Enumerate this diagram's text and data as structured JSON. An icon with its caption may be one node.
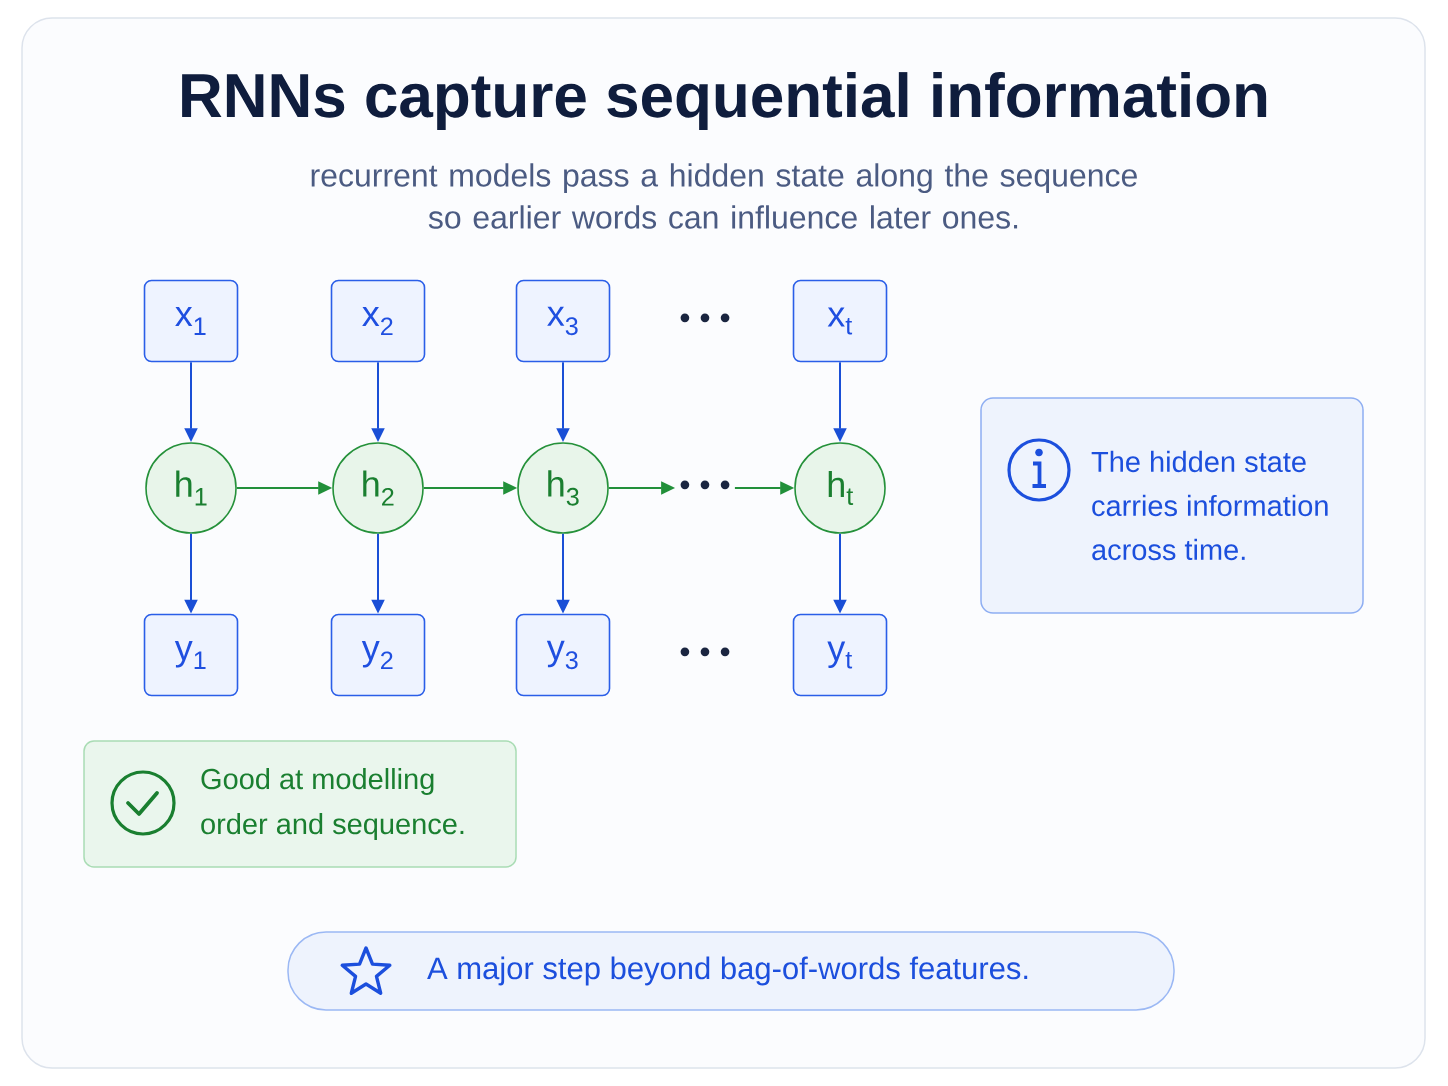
{
  "diagram": {
    "title": "RNNs capture sequential information",
    "nodes": [
      {
        "text": [
          "x$_{1}$"
        ]
      },
      {
        "text": [
          "x$_{2}$"
        ]
      },
      {
        "text": [
          "x$_{3}$"
        ]
      },
      {
        "text": [
          "x$_{t}$"
        ]
      },
      {
        "text": [
          "h$_{1}$"
        ]
      },
      {
        "text": [
          "h$_{2}$"
        ]
      },
      {
        "text": [
          "h$_{3}$"
        ]
      },
      {
        "text": [
          "• • •"
        ]
      },
      {
        "text": [
          "h$_{t}$"
        ]
      },
      {
        "text": [
          "y$_{1}$"
        ]
      },
      {
        "text": [
          "y$_{2}$"
        ]
      },
      {
        "text": [
          "y$_{3}$"
        ]
      },
      {
        "text": [
          "y$_{t}$"
        ]
      },
      {
        "text": [
          "The hidden state carries information across time."
        ]
      },
      {
        "text": [
          "Good at modelling order and sequence."
        ]
      },
      {
        "text": [
          "A major step beyond bag-of-words features."
        ]
      }
    ],
    "edges": [
      {
        "from": 0,
        "to": 4,
        "arrow": "to"
      },
      {
        "from": 1,
        "to": 5,
        "arrow": "to"
      },
      {
        "from": 2,
        "to": 6,
        "arrow": "to"
      },
      {
        "from": 3,
        "to": 8,
        "arrow": "to"
      },
      {
        "from": 4,
        "to": 5,
        "arrow": "to",
        "color": "#22903a"
      },
      {
        "from": 5,
        "to": 6,
        "arrow": "to",
        "color": "#22903a"
      },
      {
        "from": 6,
        "to": 7,
        "arrow": "to",
        "color": "#22903a"
      },
      {
        "from": 7,
        "to": 8,
        "arrow": "to",
        "color": "#22903a"
      },
      {
        "from": 4,
        "to": 9,
        "arrow": "to"
      },
      {
        "from": 5,
        "to": 10,
        "arrow": "to"
      },
      {
        "from": 6,
        "to": 11,
        "arrow": "to"
      },
      {
        "from": 8,
        "to": 12,
        "arrow": "to"
      }
    ],
    "labels": [
      "recurrent models pass a hidden state along the sequence so earlier words can influence later ones.",
      "• • •",
      "• • •"
    ]
  }
}
